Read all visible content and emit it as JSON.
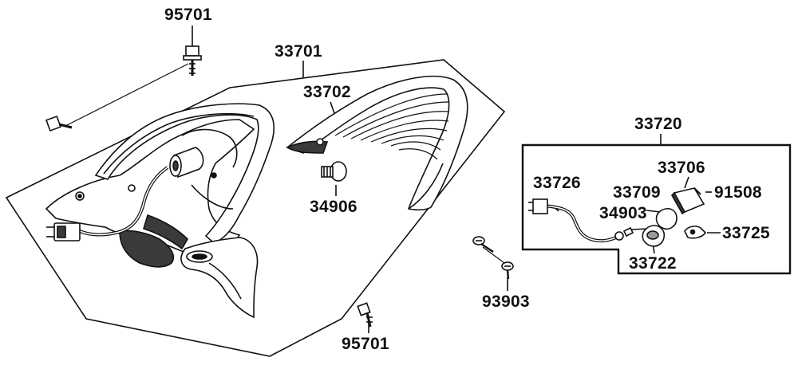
{
  "diagram": {
    "labels": {
      "p95701_top": "95701",
      "p33701": "33701",
      "p33702": "33702",
      "p34906": "34906",
      "p33720": "33720",
      "p33706": "33706",
      "p33726": "33726",
      "p33709": "33709",
      "p91508": "91508",
      "p34903": "34903",
      "p33725": "33725",
      "p33722": "33722",
      "p93903": "93903",
      "p95701_bottom": "95701"
    }
  },
  "colors": {
    "ink": "#111111",
    "paper": "#ffffff",
    "shade": "#9a9a9a",
    "dark": "#3a3a3a"
  }
}
